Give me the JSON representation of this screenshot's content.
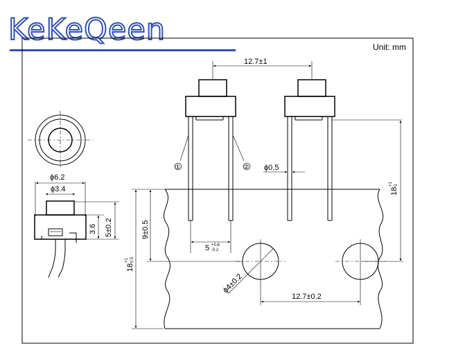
{
  "brand": {
    "name": "KeKeQeen",
    "color": "#2f4fb4"
  },
  "unit": "Unit: mm",
  "dimensions": {
    "pin_pitch_top": "12.7±1",
    "pin_dia": "ϕ0.5",
    "height_18": "18",
    "height_18_tol_top": "+1",
    "height_18_tol_bot": "0",
    "button_dia": "ϕ6.2",
    "cap_dia": "ϕ3.4",
    "dim_3_6": "3.6",
    "dim_5_02": "5±0.2",
    "dim_9_05": "9±0.5",
    "left_18": "18",
    "left_18_tol_top": "+1",
    "left_18_tol_bot": "0.5",
    "hole_span": "5",
    "hole_span_tol_top": "+0.6",
    "hole_span_tol_bot": "-0.2",
    "hole_dia": "ϕ4±0.2",
    "hole_pitch": "12.7±0.2"
  },
  "callouts": {
    "one": "①",
    "two": "②"
  }
}
